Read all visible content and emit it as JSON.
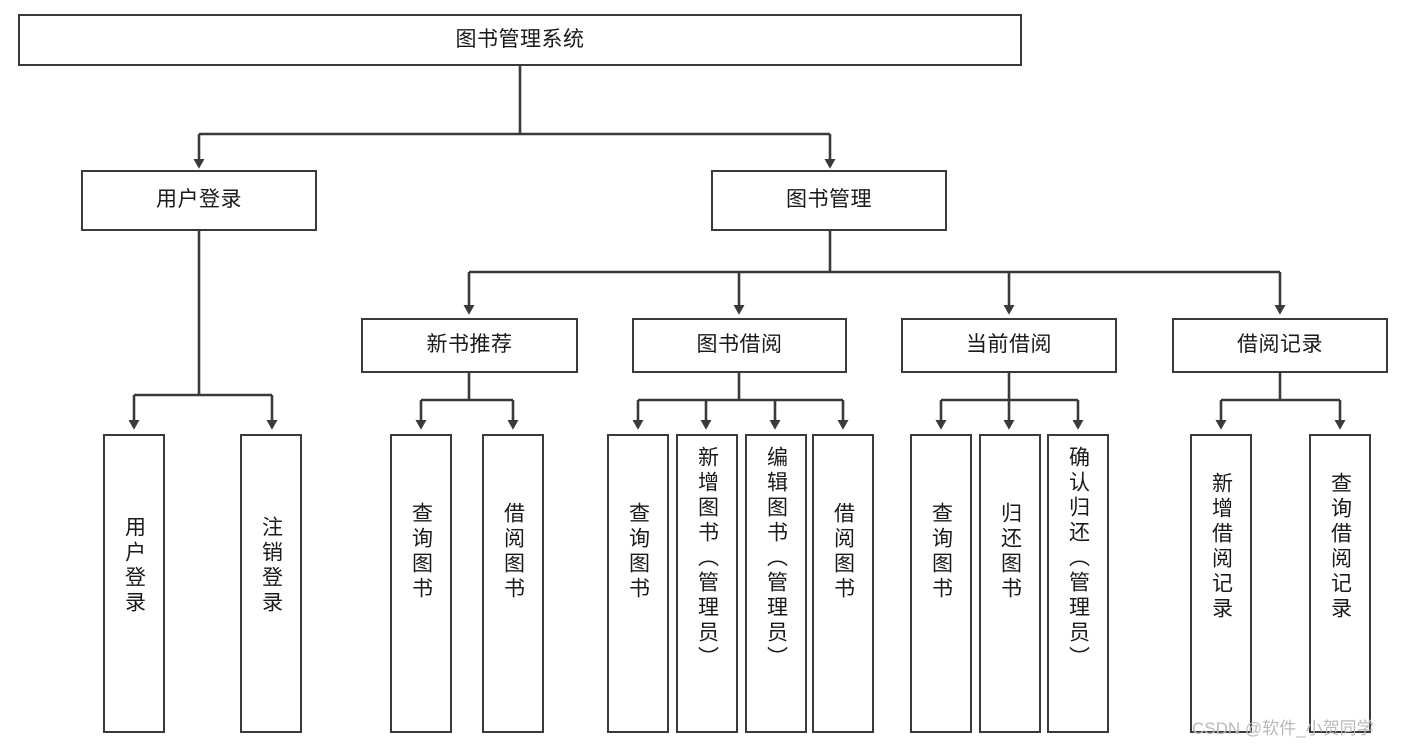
{
  "diagram": {
    "title": "图书管理系统",
    "type": "tree-hierarchy-chart",
    "root": {
      "label": "图书管理系统"
    },
    "level2": [
      {
        "label": "用户登录"
      },
      {
        "label": "图书管理"
      }
    ],
    "level3": [
      {
        "label": "新书推荐"
      },
      {
        "label": "图书借阅"
      },
      {
        "label": "当前借阅"
      },
      {
        "label": "借阅记录"
      }
    ],
    "leaves": [
      {
        "label": "用户登录"
      },
      {
        "label": "注销登录"
      },
      {
        "label": "查询图书"
      },
      {
        "label": "借阅图书"
      },
      {
        "label": "查询图书"
      },
      {
        "label": "新增图书（管理员）"
      },
      {
        "label": "编辑图书（管理员）"
      },
      {
        "label": "借阅图书"
      },
      {
        "label": "查询图书"
      },
      {
        "label": "归还图书"
      },
      {
        "label": "确认归还（管理员）"
      },
      {
        "label": "新增借阅记录"
      },
      {
        "label": "查询借阅记录"
      }
    ]
  },
  "watermark": {
    "text": "CSDN @软件_小贺同学"
  },
  "colors": {
    "stroke": "#3a3a3a",
    "text": "#1a1a1a",
    "background": "#ffffff",
    "watermark": "#b9b9b9"
  }
}
